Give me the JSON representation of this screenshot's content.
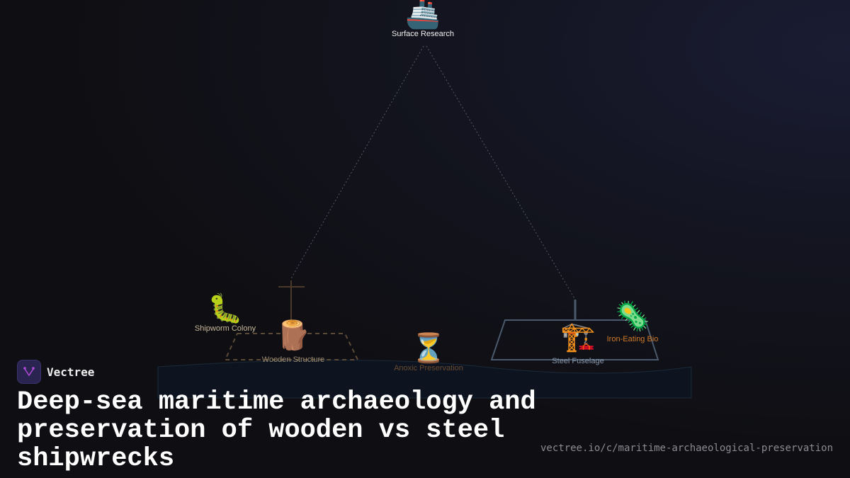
{
  "nodes": {
    "surface": {
      "label": "Surface Research",
      "icon": "🚢"
    },
    "shipworm": {
      "label": "Shipworm Colony",
      "icon": "🐛"
    },
    "wooden": {
      "label": "Wooden Structure",
      "icon": "🪵"
    },
    "anoxic": {
      "label": "Anoxic Preservation",
      "icon": "⏳"
    },
    "steel": {
      "label": "Steel Fuselage",
      "icon": "🏗️"
    },
    "iron": {
      "label": "Iron-Eating Bio",
      "icon": "🦠"
    }
  },
  "brand": {
    "name": "Vectree"
  },
  "title": "Deep-sea maritime archaeology and preservation of wooden vs steel shipwrecks",
  "url": "vectree.io/c/maritime-archaeological-preservation"
}
